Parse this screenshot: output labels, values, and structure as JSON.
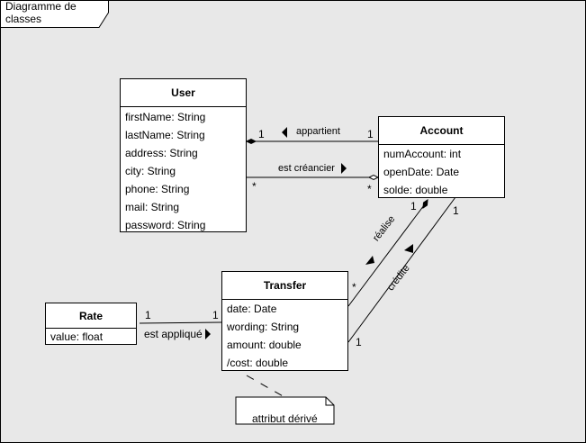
{
  "frame": {
    "title": "Diagramme de classes"
  },
  "classes": {
    "user": {
      "name": "User",
      "attributes": [
        "firstName: String",
        "lastName: String",
        "address: String",
        "city: String",
        "phone: String",
        "mail: String",
        "password: String"
      ]
    },
    "account": {
      "name": "Account",
      "attributes": [
        "numAccount: int",
        "openDate: Date",
        "solde: double"
      ]
    },
    "transfer": {
      "name": "Transfer",
      "attributes": [
        "date: Date",
        "wording: String",
        "amount: double",
        "/cost: double"
      ]
    },
    "rate": {
      "name": "Rate",
      "attributes": [
        "value: float"
      ]
    }
  },
  "associations": {
    "appartient": {
      "label": "appartient",
      "user_mult": "1",
      "account_mult": "1"
    },
    "creancier": {
      "label": "est créancier",
      "user_mult": "*",
      "account_mult": "*"
    },
    "realise": {
      "label": "réalise",
      "account_mult": "1",
      "transfer_mult": "*"
    },
    "credite": {
      "label": "crédite",
      "account_mult": "1",
      "transfer_mult": "1"
    },
    "applique": {
      "label": "est appliqué",
      "rate_mult": "1",
      "transfer_mult": "1"
    }
  },
  "note": {
    "text": "attribut dérivé"
  },
  "colors": {
    "background": "#e8e8e8",
    "box": "#ffffff",
    "line": "#000000"
  }
}
